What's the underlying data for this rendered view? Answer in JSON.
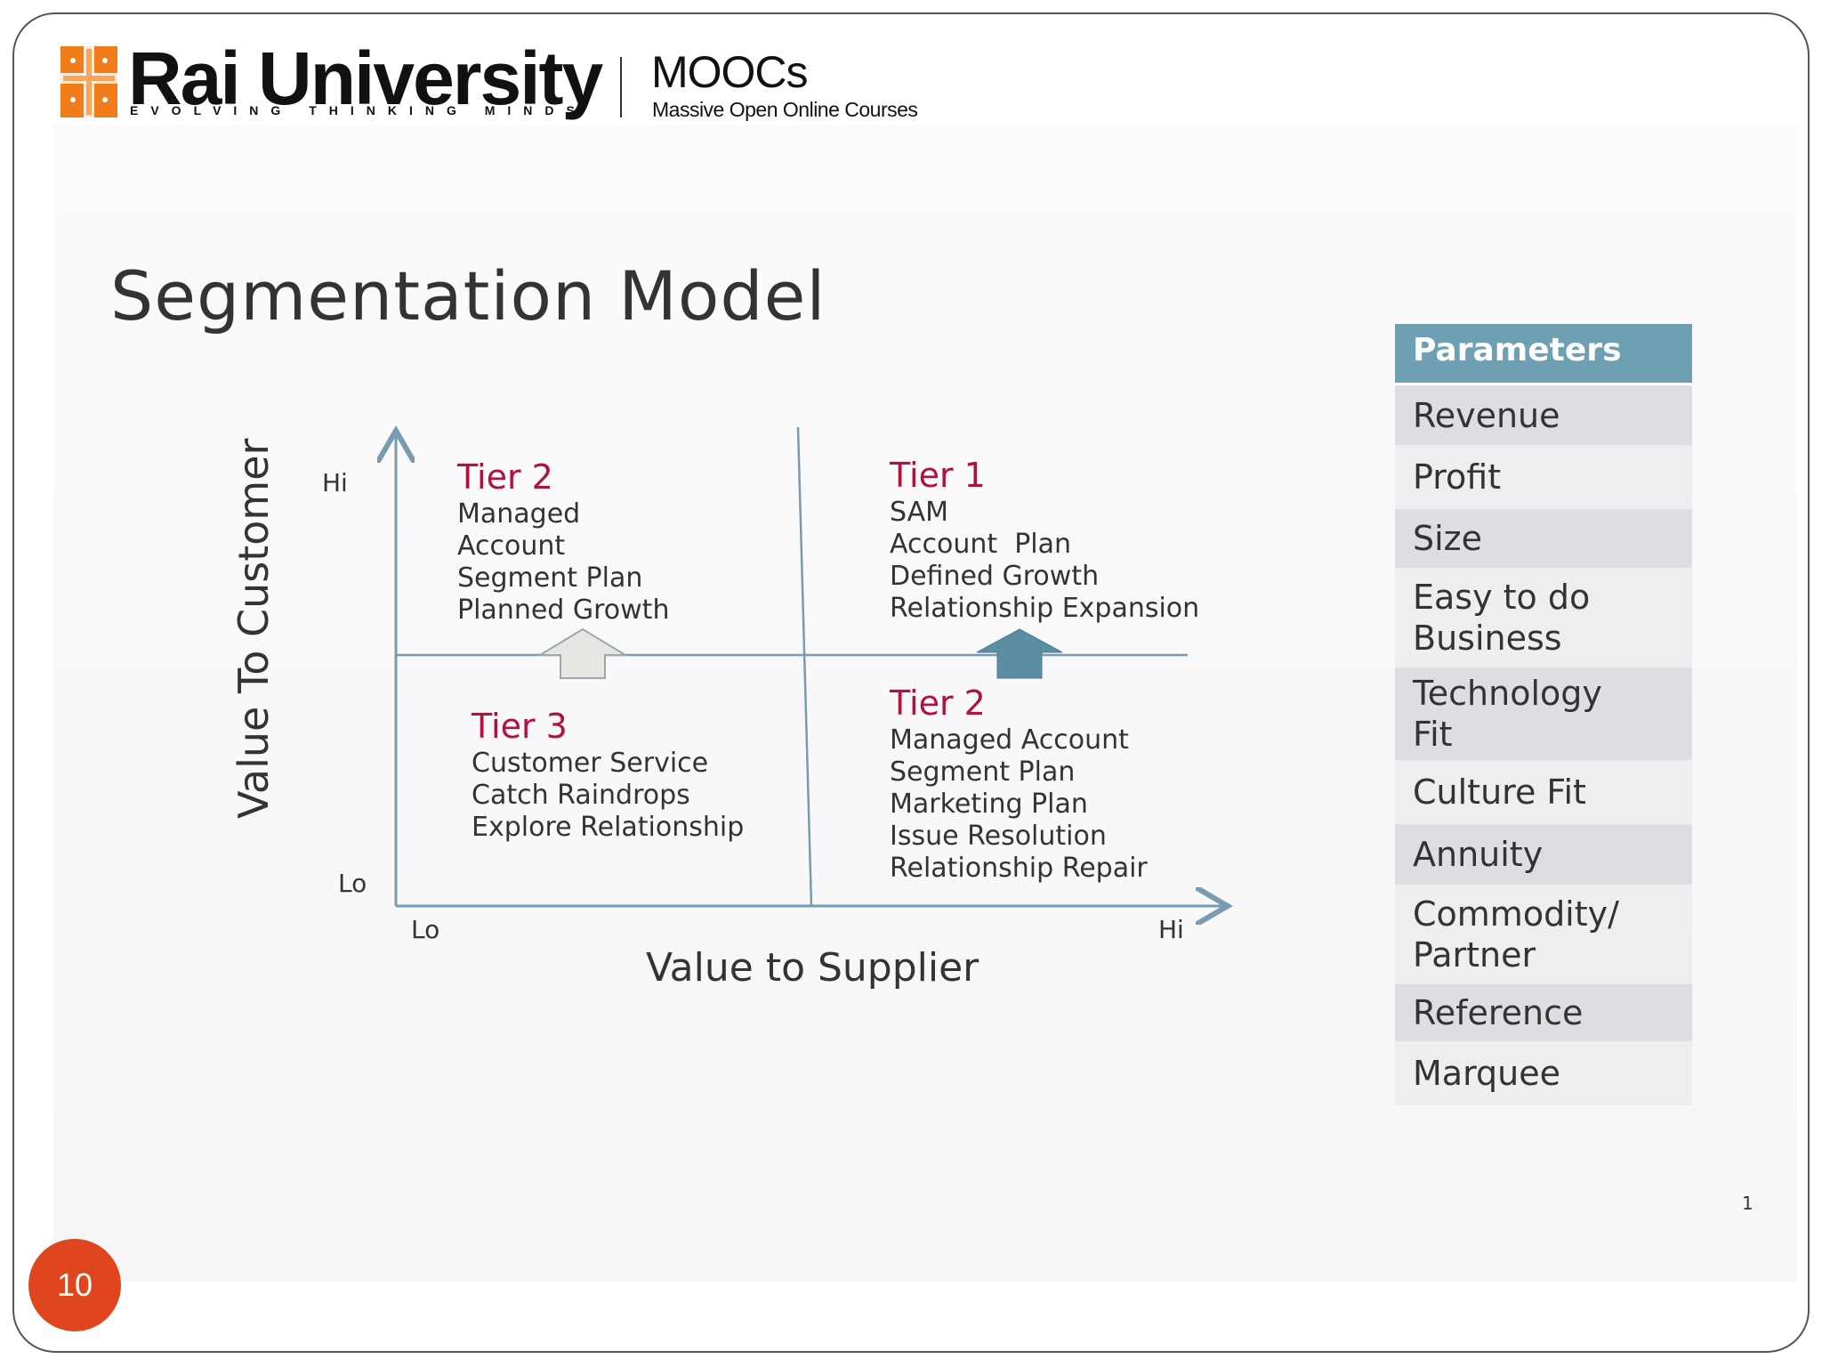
{
  "header": {
    "university_name": "Rai University",
    "tagline": "EVOLVING THINKING MINDS",
    "mooc_title": "MOOCs",
    "mooc_subtitle": "Massive Open Online Courses"
  },
  "slide": {
    "title": "Segmentation Model",
    "page_marker": "1",
    "slide_number": "10"
  },
  "matrix": {
    "y_axis_label": "Value To Customer",
    "x_axis_label": "Value to Supplier",
    "y_hi": "Hi",
    "y_lo": "Lo",
    "x_lo": "Lo",
    "x_hi": "Hi",
    "top_left": {
      "tier": "Tier 2",
      "lines": [
        "Managed",
        "Account",
        "Segment Plan",
        "Planned Growth"
      ]
    },
    "top_right": {
      "tier": "Tier 1",
      "lines": [
        "SAM",
        "Account  Plan",
        "Defined Growth",
        "Relationship Expansion"
      ]
    },
    "bottom_left": {
      "tier": "Tier 3",
      "lines": [
        "Customer Service",
        "Catch Raindrops",
        "Explore Relationship"
      ]
    },
    "bottom_right": {
      "tier": "Tier 2",
      "lines": [
        "Managed Account",
        "Segment Plan",
        "Marketing Plan",
        "Issue Resolution",
        "Relationship Repair"
      ]
    },
    "arrow_colors": {
      "left": "#e6e6e2",
      "right": "#5b8da3"
    }
  },
  "parameters": {
    "header": "Parameters",
    "items": [
      [
        "Revenue"
      ],
      [
        "Profit"
      ],
      [
        "Size"
      ],
      [
        "Easy to do",
        "Business"
      ],
      [
        "Technology",
        "Fit"
      ],
      [
        "Culture Fit"
      ],
      [
        "Annuity"
      ],
      [
        "Commodity/",
        "Partner"
      ],
      [
        "Reference"
      ],
      [
        "Marquee"
      ]
    ]
  },
  "colors": {
    "tier_label": "#b0123b",
    "param_header": "#6e9fb3",
    "badge": "#e0461e",
    "logo_orange": "#f07d1a"
  }
}
